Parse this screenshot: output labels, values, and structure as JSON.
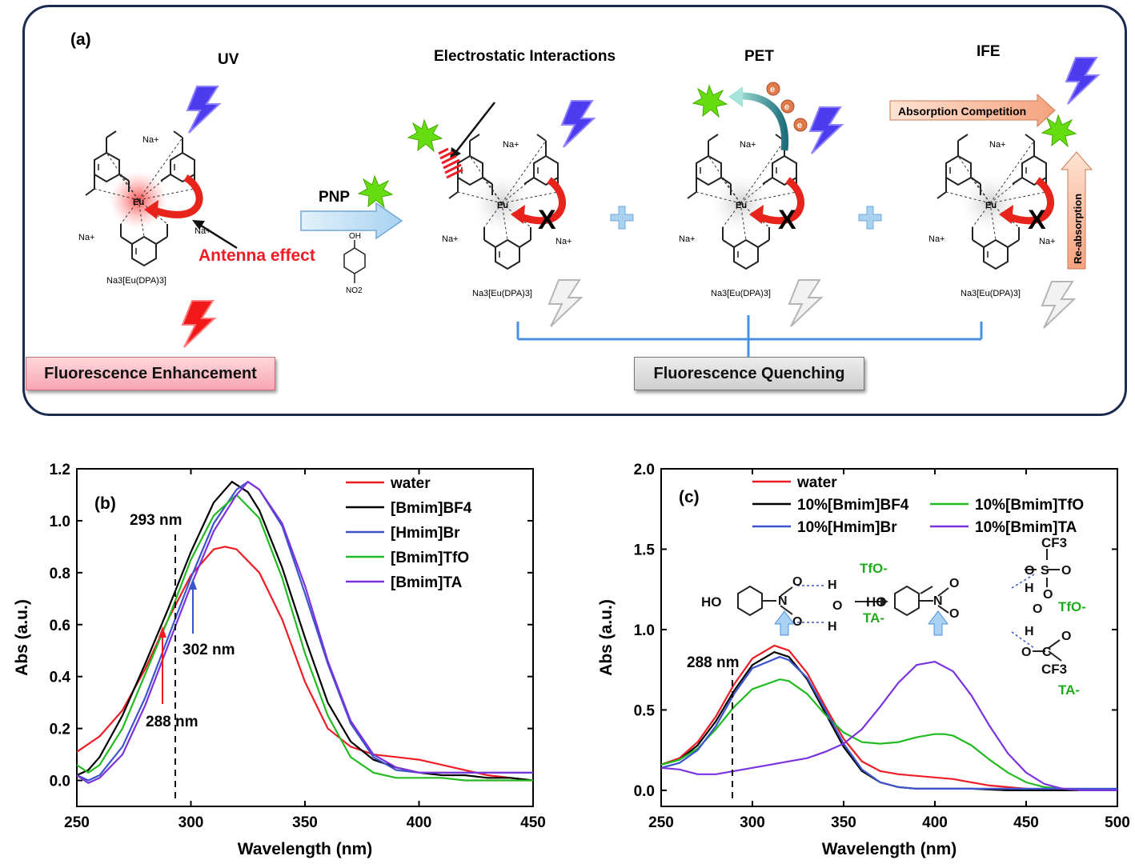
{
  "panel_a": {
    "label": "(a)",
    "uv": "UV",
    "electrostatic": "Electrostatic Interactions",
    "pet": "PET",
    "ife": "IFE",
    "pnp": "PNP",
    "antenna": "Antenna effect",
    "absorption_competition": "Absorption Competition",
    "re_absorption": "Re-absorption",
    "complex_name": "Na3[Eu(DPA)3]",
    "eu": "Eu",
    "na": "Na+",
    "x_mark": "X",
    "electron": "e",
    "oh": "OH",
    "no2": "NO2",
    "fluorescence_enhancement": "Fluorescence Enhancement",
    "fluorescence_quenching": "Fluorescence Quenching"
  },
  "panel_b": {
    "label": "(b)",
    "annot_293": "293 nm",
    "annot_302": "302 nm",
    "annot_288": "288 nm"
  },
  "panel_c": {
    "label": "(c)",
    "annot_288": "288 nm",
    "scheme": {
      "ho": "HO",
      "tfo_arrow": "TfO-",
      "ta_arrow": "TA-",
      "tfo_label": "TfO-",
      "ta_label": "TA-",
      "cf3": "CF3"
    }
  },
  "colors": {
    "water": "#ee1c25",
    "bmim_bf4": "#000000",
    "hmim_br": "#3c55cc",
    "bmim_tfo": "#22bb22",
    "bmim_ta": "#7a33dd",
    "frame": "#1d2a4f",
    "green_text": "#22aa22"
  },
  "chart_data": [
    {
      "type": "line",
      "xlabel": "Wavelength (nm)",
      "ylabel": "Abs (a.u.)",
      "xlim": [
        250,
        450
      ],
      "ylim": [
        -0.1,
        1.2
      ],
      "xticks": [
        250,
        300,
        350,
        400,
        450
      ],
      "yticks": [
        0.0,
        0.2,
        0.4,
        0.6,
        0.8,
        1.0,
        1.2
      ],
      "legend_position": "top-right",
      "series": [
        {
          "name": "water",
          "color": "#ee1c25",
          "x": [
            250,
            260,
            270,
            280,
            290,
            300,
            310,
            315,
            320,
            330,
            340,
            350,
            360,
            370,
            380,
            390,
            400,
            410,
            420,
            430,
            440,
            450
          ],
          "y": [
            0.11,
            0.17,
            0.27,
            0.43,
            0.62,
            0.79,
            0.89,
            0.9,
            0.89,
            0.8,
            0.62,
            0.38,
            0.2,
            0.13,
            0.1,
            0.09,
            0.08,
            0.06,
            0.04,
            0.02,
            0.01,
            0.0
          ]
        },
        {
          "name": "[Bmim]BF4",
          "color": "#000000",
          "x": [
            250,
            255,
            260,
            270,
            280,
            290,
            300,
            310,
            318,
            325,
            330,
            340,
            350,
            360,
            370,
            380,
            390,
            400,
            410,
            420,
            430,
            440,
            450
          ],
          "y": [
            0.02,
            0.04,
            0.09,
            0.25,
            0.45,
            0.66,
            0.88,
            1.07,
            1.15,
            1.11,
            1.04,
            0.82,
            0.55,
            0.3,
            0.15,
            0.08,
            0.05,
            0.03,
            0.02,
            0.02,
            0.01,
            0.01,
            0.0
          ]
        },
        {
          "name": "[Hmim]Br",
          "color": "#3c55cc",
          "x": [
            250,
            255,
            260,
            270,
            280,
            290,
            300,
            310,
            320,
            325,
            330,
            340,
            350,
            360,
            370,
            380,
            390,
            400,
            410,
            420,
            430,
            440,
            450
          ],
          "y": [
            0.02,
            0.0,
            0.02,
            0.13,
            0.32,
            0.55,
            0.78,
            0.99,
            1.12,
            1.15,
            1.12,
            0.98,
            0.72,
            0.45,
            0.22,
            0.09,
            0.04,
            0.03,
            0.03,
            0.03,
            0.03,
            0.03,
            0.03
          ]
        },
        {
          "name": "[Bmim]TfO",
          "color": "#22bb22",
          "x": [
            250,
            255,
            260,
            270,
            280,
            290,
            300,
            310,
            320,
            330,
            340,
            350,
            360,
            370,
            380,
            390,
            400,
            410,
            420,
            430,
            440,
            450
          ],
          "y": [
            0.06,
            0.03,
            0.06,
            0.2,
            0.41,
            0.62,
            0.85,
            1.02,
            1.1,
            1.01,
            0.78,
            0.49,
            0.25,
            0.09,
            0.03,
            0.01,
            0.01,
            0.01,
            0.0,
            0.0,
            0.0,
            0.0
          ]
        },
        {
          "name": "[Bmim]TA",
          "color": "#7a33dd",
          "x": [
            250,
            255,
            260,
            270,
            280,
            290,
            300,
            310,
            320,
            325,
            330,
            340,
            350,
            360,
            370,
            380,
            390,
            400,
            410,
            420,
            430,
            440,
            450
          ],
          "y": [
            0.02,
            -0.01,
            0.01,
            0.1,
            0.29,
            0.52,
            0.75,
            0.96,
            1.1,
            1.15,
            1.12,
            0.99,
            0.75,
            0.46,
            0.23,
            0.1,
            0.05,
            0.03,
            0.03,
            0.03,
            0.03,
            0.03,
            0.03
          ]
        }
      ]
    },
    {
      "type": "line",
      "xlabel": "Wavelength (nm)",
      "ylabel": "Abs (a.u.)",
      "xlim": [
        250,
        500
      ],
      "ylim": [
        -0.1,
        2.0
      ],
      "xticks": [
        250,
        300,
        350,
        400,
        450,
        500
      ],
      "yticks": [
        0.0,
        0.5,
        1.0,
        1.5,
        2.0
      ],
      "legend_position": "top",
      "series": [
        {
          "name": "water",
          "color": "#ee1c25",
          "x": [
            250,
            260,
            270,
            280,
            290,
            300,
            312,
            320,
            330,
            340,
            350,
            360,
            370,
            380,
            390,
            400,
            410,
            420,
            430,
            440,
            450,
            460,
            470,
            480,
            490,
            500
          ],
          "y": [
            0.16,
            0.2,
            0.3,
            0.46,
            0.66,
            0.82,
            0.9,
            0.87,
            0.73,
            0.52,
            0.32,
            0.18,
            0.12,
            0.1,
            0.09,
            0.08,
            0.07,
            0.05,
            0.03,
            0.02,
            0.01,
            0.0,
            0.0,
            0.0,
            0.0,
            0.0
          ]
        },
        {
          "name": "10%[Bmim]BF4",
          "color": "#000000",
          "x": [
            250,
            260,
            270,
            280,
            290,
            300,
            312,
            320,
            330,
            340,
            350,
            360,
            370,
            380,
            390,
            400,
            420,
            440,
            460,
            480,
            500
          ],
          "y": [
            0.16,
            0.19,
            0.28,
            0.43,
            0.62,
            0.78,
            0.86,
            0.83,
            0.69,
            0.48,
            0.27,
            0.12,
            0.05,
            0.02,
            0.01,
            0.01,
            0.01,
            0.0,
            0.0,
            0.0,
            0.0
          ]
        },
        {
          "name": "10%[Bmim]TfO",
          "color": "#22bb22",
          "x": [
            250,
            260,
            270,
            280,
            290,
            300,
            315,
            320,
            330,
            340,
            350,
            360,
            370,
            380,
            390,
            400,
            405,
            410,
            420,
            430,
            440,
            450,
            460,
            470,
            480,
            490,
            500
          ],
          "y": [
            0.16,
            0.19,
            0.26,
            0.38,
            0.52,
            0.63,
            0.69,
            0.68,
            0.6,
            0.47,
            0.36,
            0.3,
            0.29,
            0.3,
            0.33,
            0.35,
            0.35,
            0.34,
            0.28,
            0.19,
            0.11,
            0.05,
            0.02,
            0.01,
            0.0,
            0.0,
            0.0
          ]
        },
        {
          "name": "10%[Hmim]Br",
          "color": "#3c55cc",
          "x": [
            250,
            260,
            270,
            280,
            290,
            300,
            315,
            320,
            330,
            340,
            350,
            360,
            370,
            380,
            390,
            400,
            420,
            440,
            460,
            480,
            500
          ],
          "y": [
            0.14,
            0.17,
            0.25,
            0.4,
            0.6,
            0.76,
            0.83,
            0.81,
            0.7,
            0.5,
            0.29,
            0.13,
            0.05,
            0.02,
            0.01,
            0.01,
            0.01,
            0.01,
            0.01,
            0.01,
            0.01
          ]
        },
        {
          "name": "10%[Bmim]TA",
          "color": "#7a33dd",
          "x": [
            250,
            260,
            270,
            280,
            290,
            300,
            310,
            320,
            330,
            340,
            350,
            360,
            370,
            380,
            390,
            400,
            410,
            420,
            430,
            440,
            450,
            460,
            470,
            480,
            490,
            500
          ],
          "y": [
            0.14,
            0.13,
            0.1,
            0.1,
            0.12,
            0.14,
            0.16,
            0.18,
            0.2,
            0.24,
            0.29,
            0.38,
            0.52,
            0.67,
            0.78,
            0.8,
            0.74,
            0.59,
            0.4,
            0.23,
            0.11,
            0.04,
            0.01,
            0.0,
            0.0,
            0.0
          ]
        }
      ]
    }
  ]
}
